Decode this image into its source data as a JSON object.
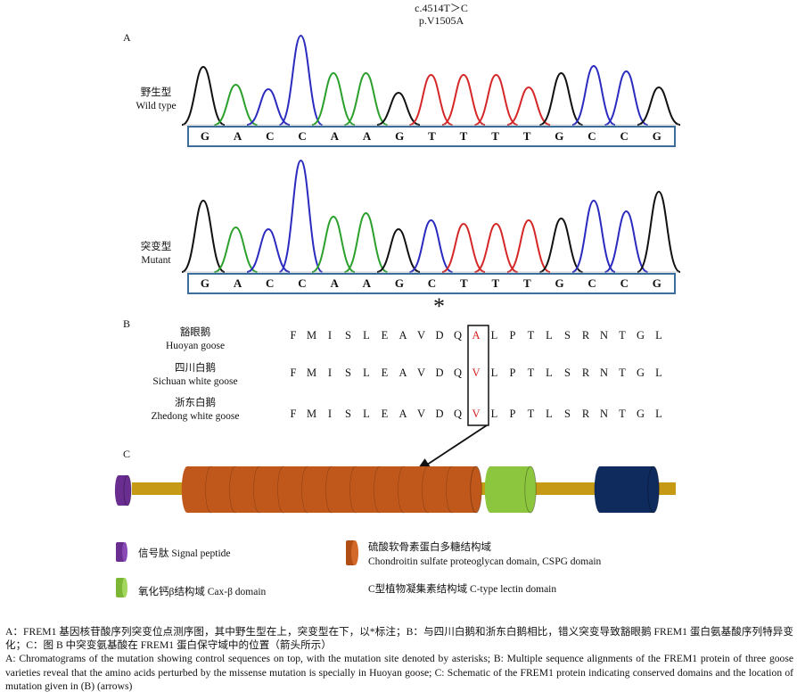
{
  "mutation": {
    "nucleotide": "c.4514T＞C",
    "protein": "p.V1505A"
  },
  "panels": {
    "a": "A",
    "b": "B",
    "c": "C"
  },
  "wild_type": {
    "label_cn": "野生型",
    "label_en": "Wild type",
    "bases": [
      "G",
      "A",
      "C",
      "C",
      "A",
      "A",
      "G",
      "T",
      "T",
      "T",
      "T",
      "G",
      "C",
      "C",
      "G"
    ]
  },
  "mutant": {
    "label_cn": "突变型",
    "label_en": "Mutant",
    "bases": [
      "G",
      "A",
      "C",
      "C",
      "A",
      "A",
      "G",
      "C",
      "T",
      "T",
      "T",
      "G",
      "C",
      "C",
      "G"
    ],
    "marker": "*"
  },
  "alignment": {
    "geese": [
      {
        "cn": "豁眼鹅",
        "en": "Huoyan goose",
        "residues": [
          "F",
          "M",
          "I",
          "S",
          "L",
          "E",
          "A",
          "V",
          "D",
          "Q",
          "A",
          "L",
          "P",
          "T",
          "L",
          "S",
          "R",
          "N",
          "T",
          "G",
          "L"
        ]
      },
      {
        "cn": "四川白鹅",
        "en": "Sichuan white goose",
        "residues": [
          "F",
          "M",
          "I",
          "S",
          "L",
          "E",
          "A",
          "V",
          "D",
          "Q",
          "V",
          "L",
          "P",
          "T",
          "L",
          "S",
          "R",
          "N",
          "T",
          "G",
          "L"
        ]
      },
      {
        "cn": "浙东白鹅",
        "en": "Zhedong white goose",
        "residues": [
          "F",
          "M",
          "I",
          "S",
          "L",
          "E",
          "A",
          "V",
          "D",
          "Q",
          "V",
          "L",
          "P",
          "T",
          "L",
          "S",
          "R",
          "N",
          "T",
          "G",
          "L"
        ]
      }
    ],
    "highlight_index": 10,
    "highlight_color": "#d42020"
  },
  "domain_colors": {
    "signal": "#6a2e91",
    "cspg": "#c0581c",
    "cax": "#8cc63f",
    "lectin": "#0f2a5c",
    "linker": "#c79a16"
  },
  "legend": {
    "signal": "信号肽 Signal peptide",
    "cspg_cn": "硫酸软骨素蛋白多糖结构域",
    "cspg_en": "Chondroitin sulfate proteoglycan domain, CSPG domain",
    "cax": "氧化钙β结构域 Cax-β domain",
    "lectin": "C型植物凝集素结构域 C-type lectin domain"
  },
  "caption": {
    "cn": "A：FREM1 基因核苷酸序列突变位点测序图，其中野生型在上，突变型在下，以*标注；B：与四川白鹅和浙东白鹅相比，错义突变导致豁眼鹅 FREM1 蛋白氨基酸序列特异变化；C：图 B 中突变氨基酸在 FREM1 蛋白保守域中的位置（箭头所示）",
    "en": "A: Chromatograms of the mutation showing control sequences on top, with the mutation site denoted by asterisks; B: Multiple sequence alignments of the FREM1 protein of three goose varieties reveal that the amino acids perturbed by the missense mutation is specially in Huoyan goose; C: Schematic of the FREM1 protein indicating conserved domains and the location of mutation given in (B) (arrows)"
  }
}
